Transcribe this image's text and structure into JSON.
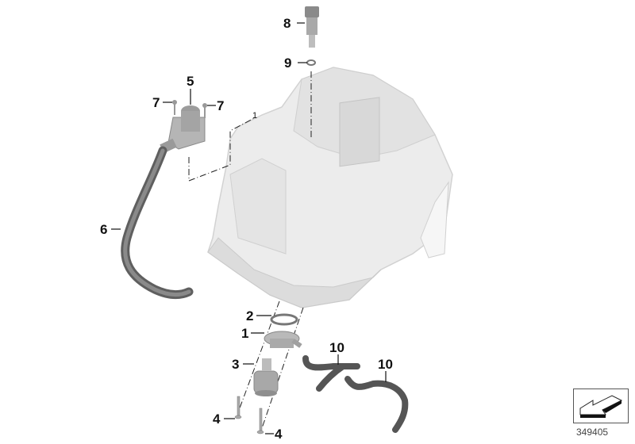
{
  "diagram": {
    "type": "exploded parts diagram",
    "reference_number": "349405",
    "callouts": [
      {
        "id": "1",
        "label": "1",
        "part": "flange housing"
      },
      {
        "id": "2",
        "label": "2",
        "part": "gasket ring"
      },
      {
        "id": "3",
        "label": "3",
        "part": "cylindrical actuator/valve"
      },
      {
        "id": "4a",
        "label": "4",
        "part": "screw (left)"
      },
      {
        "id": "4b",
        "label": "4",
        "part": "screw (right)"
      },
      {
        "id": "5",
        "label": "5",
        "part": "valve with connector"
      },
      {
        "id": "6",
        "label": "6",
        "part": "bent hose"
      },
      {
        "id": "7a",
        "label": "7",
        "part": "screw (left)"
      },
      {
        "id": "7b",
        "label": "7",
        "part": "screw (right)"
      },
      {
        "id": "8",
        "label": "8",
        "part": "sensor"
      },
      {
        "id": "9",
        "label": "9",
        "part": "O-ring"
      },
      {
        "id": "10a",
        "label": "10",
        "part": "hose (left)"
      },
      {
        "id": "10b",
        "label": "10",
        "part": "hose (right)"
      }
    ],
    "leader_ref": "1",
    "colors": {
      "housing": "#e9e9e9",
      "housing_shade": "#d6d6d6",
      "hose": "#6e6e6e",
      "text": "#111111"
    }
  }
}
